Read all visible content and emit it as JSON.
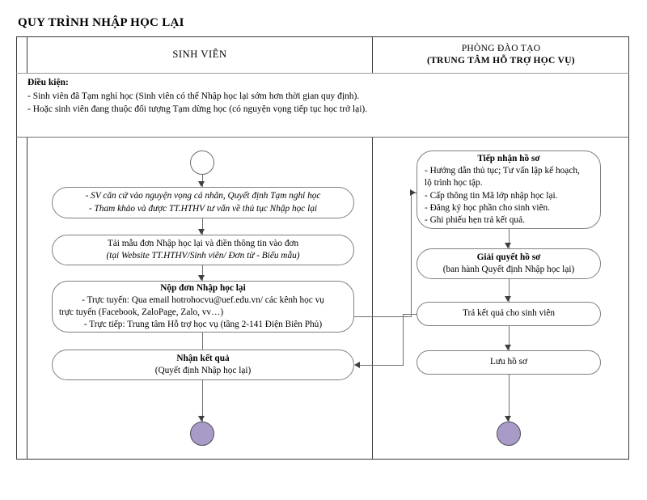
{
  "title": "QUY TRÌNH NHẬP HỌC LẠI",
  "header": {
    "student_col": "SINH VIÊN",
    "office_col_line1": "PHÒNG ĐÀO TẠO",
    "office_col_line2": "(TRUNG TÂM HỖ TRỢ HỌC VỤ)"
  },
  "conditions": {
    "label": "Điều kiện:",
    "items": [
      "- Sinh viên đã Tạm nghỉ học (Sinh viên có thể Nhập học lại sớm hơn thời gian quy định).",
      "- Hoặc sinh viên đang thuộc đối tượng Tạm dừng học (có nguyện vọng tiếp tục học trở lại)."
    ]
  },
  "student_flow": {
    "start_node": "start-circle",
    "node1": {
      "line1": "- SV căn cứ vào nguyện vọng cá nhân, Quyết định Tạm nghỉ học",
      "line2": "- Tham khảo và được TT.HTHV tư vấn về thủ tục Nhập học lại"
    },
    "node2": {
      "line1": "Tải mẫu đơn Nhập học lại và điền thông tin vào đơn",
      "line2": "(tại Website TT.HTHV/Sinh viên/ Đơn từ - Biểu mẫu)"
    },
    "node3": {
      "title": "Nộp đơn Nhập học lại",
      "line1": "- Trực tuyến: Qua email hotrohocvu@uef.edu.vn/ các kênh học vụ",
      "line2": "trực tuyến (Facebook, ZaloPage, Zalo, vv…)",
      "line3": "- Trực tiếp: Trung tâm Hỗ trợ học vụ (tầng 2-141 Điện Biên Phủ)"
    },
    "node4": {
      "title": "Nhận kết quả",
      "line1": "(Quyết định Nhập học lại)"
    },
    "end_node": "end-circle"
  },
  "office_flow": {
    "node1": {
      "title": "Tiếp nhận hồ sơ",
      "line1": "- Hướng dẫn thủ tục; Tư vấn lập kế hoạch,",
      "line2": "lộ trình học tập.",
      "line3": "- Cấp thông tin Mã lớp nhập học lại.",
      "line4": "- Đăng ký học phần cho sinh viên.",
      "line5": "- Ghi phiếu hẹn trả kết quả."
    },
    "node2": {
      "title": "Giải quyết hồ sơ",
      "line1": "(ban hành Quyết định Nhập học lại)"
    },
    "node3": {
      "line1": "Trả kết quả cho sinh viên"
    },
    "node4": {
      "line1": "Lưu hồ sơ"
    },
    "end_node": "end-circle"
  },
  "colors": {
    "frame_border": "#3a3a3a",
    "node_border": "#808080",
    "connector": "#6f6f6f",
    "end_circle_fill": "#a99bc8",
    "end_circle_border": "#4e4a58"
  }
}
